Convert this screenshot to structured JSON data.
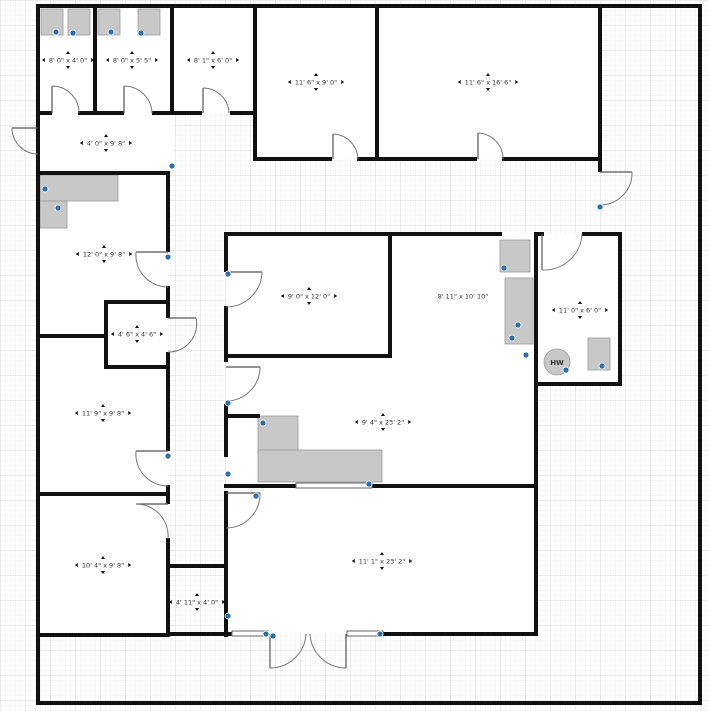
{
  "plan": {
    "rooms": [
      {
        "id": "bath-1",
        "label": "8' 0\" x 4' 0\""
      },
      {
        "id": "bath-2",
        "label": "8' 0\" x 5' 5\""
      },
      {
        "id": "closet-top",
        "label": "8' 1\" x 6' 0\""
      },
      {
        "id": "office-top-1",
        "label": "11' 6\" x 9' 0\""
      },
      {
        "id": "office-top-2",
        "label": "11' 6\" x 16' 6\""
      },
      {
        "id": "vestibule",
        "label": "4' 0\" x 9' 8\""
      },
      {
        "id": "break-room",
        "label": "12' 0\" x 9' 8\""
      },
      {
        "id": "small-closet",
        "label": "4' 6\" x 4' 6\""
      },
      {
        "id": "office-left-2",
        "label": "11' 9\" x 9' 8\""
      },
      {
        "id": "office-left-3",
        "label": "10' 4\" x 9' 8\""
      },
      {
        "id": "office-center",
        "label": "9' 0\" x 12' 0\""
      },
      {
        "id": "lab",
        "label": "8' 11\" x 10' 10\""
      },
      {
        "id": "utility",
        "label": "11' 0\" x 6' 0\""
      },
      {
        "id": "reception",
        "label": "9' 4\" x 23' 2\""
      },
      {
        "id": "waiting",
        "label": "11' 1\" x 23' 2\""
      },
      {
        "id": "entry",
        "label": "4' 11\" x 4' 0\""
      }
    ],
    "fixtures": {
      "water_heater": "HW"
    },
    "colors": {
      "wall": "#111111",
      "grid_minor": "#e4e4e4",
      "grid_major": "#cfcfcf",
      "fixture": "#c8c8c8",
      "marker": "#2a6fb5"
    }
  }
}
